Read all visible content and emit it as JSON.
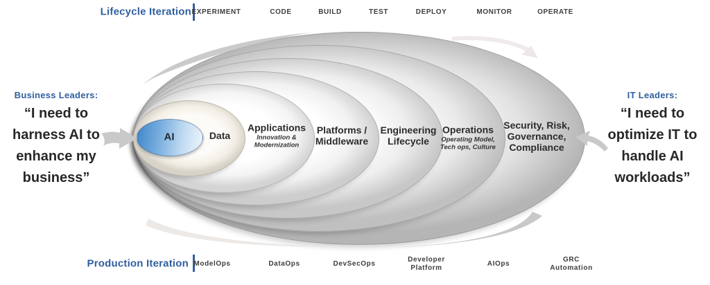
{
  "colors": {
    "accent_blue": "#2f5f9f",
    "ai_blue": "#3f85c9",
    "stage_text": "#3d3d3d",
    "quote_text": "#272727",
    "arc_gray": "#c2c2c2"
  },
  "top_band": {
    "title": "Lifecycle Iteration",
    "stages": [
      "EXPERIMENT",
      "CODE",
      "BUILD",
      "TEST",
      "DEPLOY",
      "MONITOR",
      "OPERATE"
    ]
  },
  "bottom_band": {
    "title": "Production Iteration",
    "stages": [
      "ModelOps",
      "DataOps",
      "DevSecOps",
      "Developer\nPlatform",
      "AIOps",
      "GRC\nAutomation"
    ]
  },
  "left_callout": {
    "heading": "Business Leaders:",
    "quote": "“I need to\nharness AI to\nenhance my\nbusiness”"
  },
  "right_callout": {
    "heading": "IT Leaders:",
    "quote": "“I need to\noptimize IT to\nhandle AI\nworkloads”"
  },
  "rings": [
    {
      "label": "AI"
    },
    {
      "label": "Data"
    },
    {
      "label": "Applications",
      "sublabel": "Innovation &\nModernization"
    },
    {
      "label": "Platforms /\nMiddleware"
    },
    {
      "label": "Engineering\nLifecycle"
    },
    {
      "label": "Operations",
      "sublabel": "Operating Model,\nTech ops, Culture"
    },
    {
      "label": "Security, Risk,\nGovernance,\nCompliance"
    }
  ]
}
